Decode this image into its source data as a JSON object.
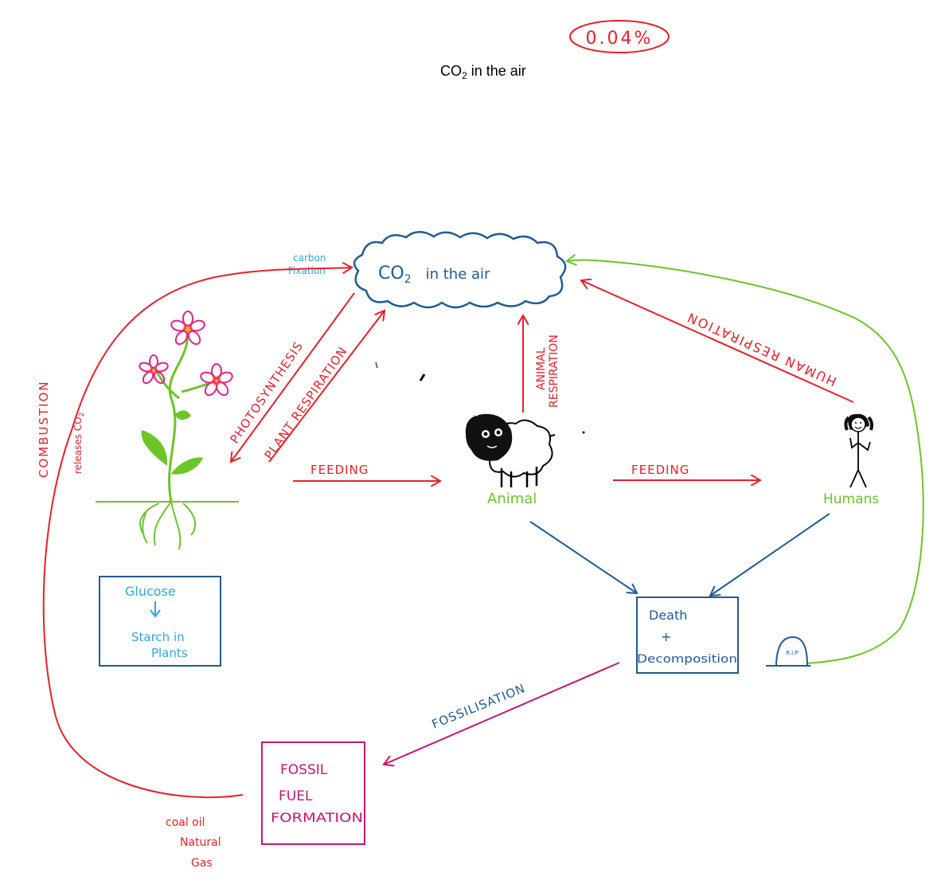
{
  "header": {
    "percent": "0.04%",
    "co2_text": "CO",
    "co2_sub": "2",
    "co2_rest": " in the air"
  },
  "cloud": {
    "co2": "CO",
    "sub": "2",
    "rest": "in  the air"
  },
  "labels": {
    "carbon_fixation_1": "carbon",
    "carbon_fixation_2": "Fixation",
    "combustion": "COMBUSTION",
    "releases_co2": "releases CO",
    "releases_sub": "2",
    "photosynthesis": "PHOTOSYNTHESIS",
    "plant_respiration": "PLANT RESPIRATION",
    "animal_respiration_1": "ANIMAL",
    "animal_respiration_2": "RESPIRATION",
    "human_respiration": "HUMAN RESPIRATION",
    "feeding_1": "FEEDING",
    "feeding_2": "FEEDING",
    "animal": "Animal",
    "humans": "Humans",
    "fossilisation": "FOSSILISATION",
    "coal": "coal oil",
    "natural": "Natural",
    "gas": "Gas",
    "rip": "R.I.P"
  },
  "boxes": {
    "glucose": "Glucose",
    "starch_1": "Starch in",
    "starch_2": "Plants",
    "death": "Death",
    "plus": "+",
    "decomposition": "Decomposition",
    "fossil_1": "FOSSIL",
    "fossil_2": "FUEL",
    "fossil_3": "FORMATION"
  },
  "colors": {
    "red": "#e8202a",
    "green": "#6cc527",
    "blue": "#1f5b94",
    "cyan": "#2aa9e0",
    "magenta": "#c8166e",
    "pink": "#e8208a",
    "yellow": "#f7b21a"
  }
}
